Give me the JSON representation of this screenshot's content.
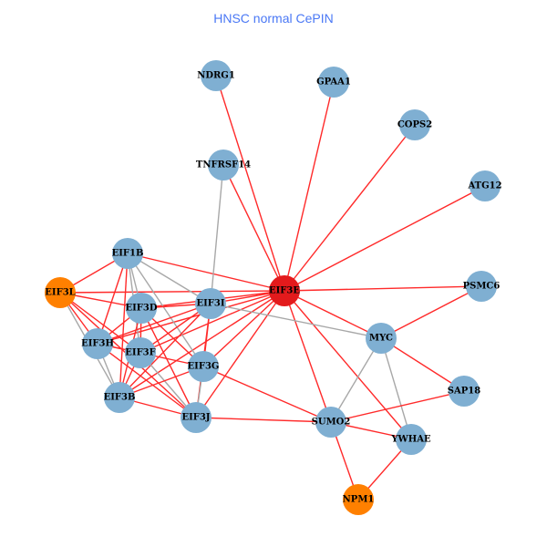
{
  "title": "HNSC normal CePIN",
  "colors": {
    "blue_node": "#7fafd2",
    "orange_node": "#ff8000",
    "red_node": "#e31a1c",
    "red_edge": "#ff2a2a",
    "gray_edge": "#a8a8a8"
  },
  "nodes": [
    {
      "id": "NDRG1",
      "group": "blue"
    },
    {
      "id": "GPAA1",
      "group": "blue"
    },
    {
      "id": "COPS2",
      "group": "blue"
    },
    {
      "id": "TNFRSF14",
      "group": "blue"
    },
    {
      "id": "ATG12",
      "group": "blue"
    },
    {
      "id": "EIF1B",
      "group": "blue"
    },
    {
      "id": "EIF3L",
      "group": "orange"
    },
    {
      "id": "EIF3E",
      "group": "red"
    },
    {
      "id": "PSMC6",
      "group": "blue"
    },
    {
      "id": "EIF3D",
      "group": "blue"
    },
    {
      "id": "EIF3I",
      "group": "blue"
    },
    {
      "id": "MYC",
      "group": "blue"
    },
    {
      "id": "EIF3H",
      "group": "blue"
    },
    {
      "id": "EIF3F",
      "group": "blue"
    },
    {
      "id": "EIF3G",
      "group": "blue"
    },
    {
      "id": "SAP18",
      "group": "blue"
    },
    {
      "id": "EIF3B",
      "group": "blue"
    },
    {
      "id": "EIF3J",
      "group": "blue"
    },
    {
      "id": "SUMO2",
      "group": "blue"
    },
    {
      "id": "YWHAE",
      "group": "blue"
    },
    {
      "id": "NPM1",
      "group": "orange"
    }
  ],
  "edges": [
    [
      "EIF3E",
      "NDRG1",
      "red"
    ],
    [
      "EIF3E",
      "GPAA1",
      "red"
    ],
    [
      "EIF3E",
      "COPS2",
      "red"
    ],
    [
      "EIF3E",
      "TNFRSF14",
      "red"
    ],
    [
      "EIF3E",
      "ATG12",
      "red"
    ],
    [
      "EIF3E",
      "PSMC6",
      "red"
    ],
    [
      "EIF3E",
      "MYC",
      "red"
    ],
    [
      "EIF3E",
      "SUMO2",
      "red"
    ],
    [
      "EIF3E",
      "YWHAE",
      "red"
    ],
    [
      "EIF3E",
      "EIF3I",
      "red"
    ],
    [
      "EIF3E",
      "EIF3D",
      "red"
    ],
    [
      "EIF3E",
      "EIF3L",
      "red"
    ],
    [
      "EIF3E",
      "EIF1B",
      "red"
    ],
    [
      "EIF3E",
      "EIF3H",
      "red"
    ],
    [
      "EIF3E",
      "EIF3F",
      "red"
    ],
    [
      "EIF3E",
      "EIF3G",
      "red"
    ],
    [
      "EIF3E",
      "EIF3B",
      "red"
    ],
    [
      "EIF3E",
      "EIF3J",
      "red"
    ],
    [
      "TNFRSF14",
      "EIF3I",
      "gray"
    ],
    [
      "EIF3I",
      "MYC",
      "gray"
    ],
    [
      "MYC",
      "SUMO2",
      "gray"
    ],
    [
      "MYC",
      "YWHAE",
      "gray"
    ],
    [
      "MYC",
      "PSMC6",
      "red"
    ],
    [
      "MYC",
      "SAP18",
      "red"
    ],
    [
      "SAP18",
      "SUMO2",
      "red"
    ],
    [
      "SUMO2",
      "YWHAE",
      "red"
    ],
    [
      "SUMO2",
      "NPM1",
      "red"
    ],
    [
      "YWHAE",
      "NPM1",
      "red"
    ],
    [
      "EIF3J",
      "SUMO2",
      "red"
    ],
    [
      "EIF3G",
      "SUMO2",
      "red"
    ],
    [
      "EIF1B",
      "EIF3L",
      "red"
    ],
    [
      "EIF1B",
      "EIF3I",
      "gray"
    ],
    [
      "EIF1B",
      "EIF3D",
      "gray"
    ],
    [
      "EIF1B",
      "EIF3F",
      "gray"
    ],
    [
      "EIF1B",
      "EIF3G",
      "gray"
    ],
    [
      "EIF1B",
      "EIF3H",
      "red"
    ],
    [
      "EIF1B",
      "EIF3B",
      "red"
    ],
    [
      "EIF3L",
      "EIF3D",
      "red"
    ],
    [
      "EIF3L",
      "EIF3H",
      "red"
    ],
    [
      "EIF3L",
      "EIF3B",
      "gray"
    ],
    [
      "EIF3L",
      "EIF3F",
      "red"
    ],
    [
      "EIF3L",
      "EIF3J",
      "red"
    ],
    [
      "EIF3D",
      "EIF3I",
      "red"
    ],
    [
      "EIF3D",
      "EIF3H",
      "red"
    ],
    [
      "EIF3D",
      "EIF3F",
      "red"
    ],
    [
      "EIF3D",
      "EIF3B",
      "red"
    ],
    [
      "EIF3D",
      "EIF3G",
      "red"
    ],
    [
      "EIF3D",
      "EIF3J",
      "red"
    ],
    [
      "EIF3I",
      "EIF3H",
      "red"
    ],
    [
      "EIF3I",
      "EIF3F",
      "red"
    ],
    [
      "EIF3I",
      "EIF3B",
      "red"
    ],
    [
      "EIF3I",
      "EIF3G",
      "red"
    ],
    [
      "EIF3I",
      "EIF3J",
      "red"
    ],
    [
      "EIF3G",
      "EIF3J",
      "gray"
    ],
    [
      "EIF3H",
      "EIF3F",
      "red"
    ],
    [
      "EIF3H",
      "EIF3B",
      "gray"
    ],
    [
      "EIF3H",
      "EIF3G",
      "red"
    ],
    [
      "EIF3H",
      "EIF3J",
      "red"
    ],
    [
      "EIF3F",
      "EIF3B",
      "red"
    ],
    [
      "EIF3F",
      "EIF3J",
      "gray"
    ],
    [
      "EIF3B",
      "EIF3G",
      "red"
    ],
    [
      "EIF3B",
      "EIF3J",
      "red"
    ]
  ]
}
